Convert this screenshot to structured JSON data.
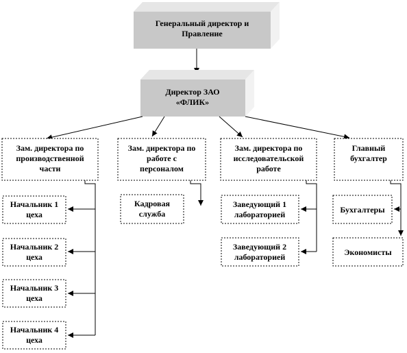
{
  "top": {
    "line1": "Генеральный директор и",
    "line2": "Правление"
  },
  "director": {
    "line1": "Директор ЗАО",
    "line2": "«ФЛИК»"
  },
  "deputies": [
    {
      "lines": [
        "Зам. директора по",
        "производственной",
        "части"
      ]
    },
    {
      "lines": [
        "Зам. директора по",
        "работе с",
        "персоналом"
      ]
    },
    {
      "lines": [
        "Зам. директора по",
        "исследовательской",
        "работе"
      ]
    },
    {
      "lines": [
        "Главный",
        "бухгалтер"
      ]
    }
  ],
  "shop_heads": [
    {
      "lines": [
        "Начальник 1",
        "цеха"
      ]
    },
    {
      "lines": [
        "Начальник 2",
        "цеха"
      ]
    },
    {
      "lines": [
        "Начальник 3",
        "цеха"
      ]
    },
    {
      "lines": [
        "Начальник 4",
        "цеха"
      ]
    }
  ],
  "hr": {
    "lines": [
      "Кадровая",
      "служба"
    ]
  },
  "labs": [
    {
      "lines": [
        "Заведующий 1",
        "лабораторией"
      ]
    },
    {
      "lines": [
        "Заведующий 2",
        "лабораторией"
      ]
    }
  ],
  "accounting": [
    {
      "lines": [
        "Бухгалтеры"
      ]
    },
    {
      "lines": [
        "Экономисты"
      ]
    }
  ]
}
